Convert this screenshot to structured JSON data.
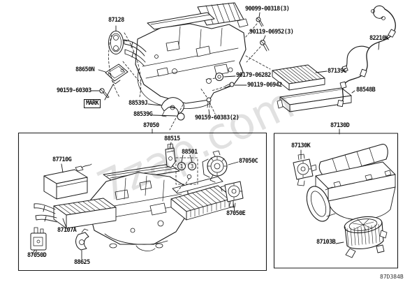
{
  "page": {
    "background": "#ffffff",
    "line_color": "#1a1a1a",
    "watermark_text": "7zap.com",
    "watermark_color": "#c9c9c9",
    "diagram_code": "87D384B"
  },
  "main_assembly": {
    "callouts": {
      "c87128": "87128",
      "c88650N": "88650N",
      "c90159_60303": "90159-60303",
      "mark": "MARK",
      "c88539J": "88539J",
      "c88539G": "88539G",
      "c90099_00318": "90099-00318(3)",
      "c90119_06952": "90119-06952(3)",
      "c90179_06282": "90179-06282",
      "c90119_06942": "90119-06942",
      "c90159_60383": "90159-60383(2)",
      "c87139C": "87139C",
      "c88548B": "88548B",
      "c82210K": "82210K"
    }
  },
  "box_87050": {
    "title": "87050",
    "callouts": {
      "c88515": "88515",
      "c88501": "88501",
      "c87710G": "87710G",
      "c87107A": "87107A",
      "c87050D": "87050D",
      "c88625": "88625",
      "c87050C": "87050C",
      "c87050E": "87050E"
    },
    "balloons": [
      "1",
      "3"
    ]
  },
  "box_87130D": {
    "title": "87130D",
    "callouts": {
      "c87130K": "87130K",
      "c87103B": "87103B"
    }
  }
}
